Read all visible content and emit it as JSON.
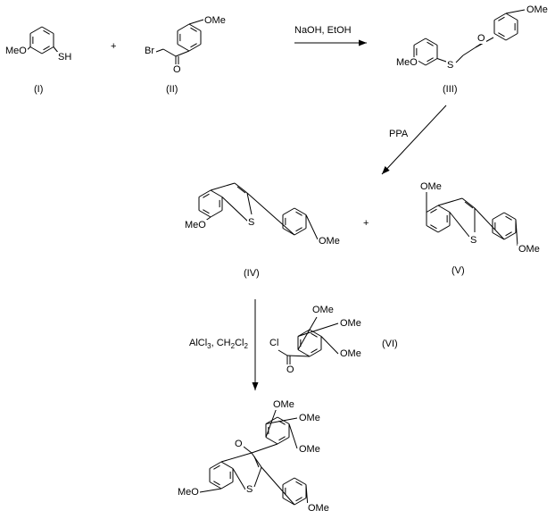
{
  "compounds": {
    "I": {
      "label": "(I)",
      "atoms": [
        "MeO",
        "SH"
      ]
    },
    "II": {
      "label": "(II)",
      "atoms": [
        "Br",
        "O",
        "OMe"
      ]
    },
    "III": {
      "label": "(III)",
      "atoms": [
        "MeO",
        "S",
        "O",
        "OMe"
      ]
    },
    "IV": {
      "label": "(IV)",
      "atoms": [
        "MeO",
        "S",
        "OMe"
      ]
    },
    "V": {
      "label": "(V)",
      "atoms": [
        "OMe",
        "S",
        "OMe"
      ]
    },
    "VI": {
      "label": "(VI)",
      "atoms": [
        "Cl",
        "O",
        "OMe",
        "OMe",
        "OMe"
      ]
    },
    "product": {
      "atoms": [
        "O",
        "OMe",
        "OMe",
        "OMe",
        "MeO",
        "S",
        "OMe"
      ]
    }
  },
  "plus_signs": [
    "+",
    "+"
  ],
  "reagents": {
    "step1": "NaOH, EtOH",
    "step2": "PPA",
    "step3": {
      "a": "AlCl",
      "a_sub": "3",
      "b": ", CH",
      "b_sub": "2",
      "c": "Cl",
      "c_sub": "2"
    }
  }
}
